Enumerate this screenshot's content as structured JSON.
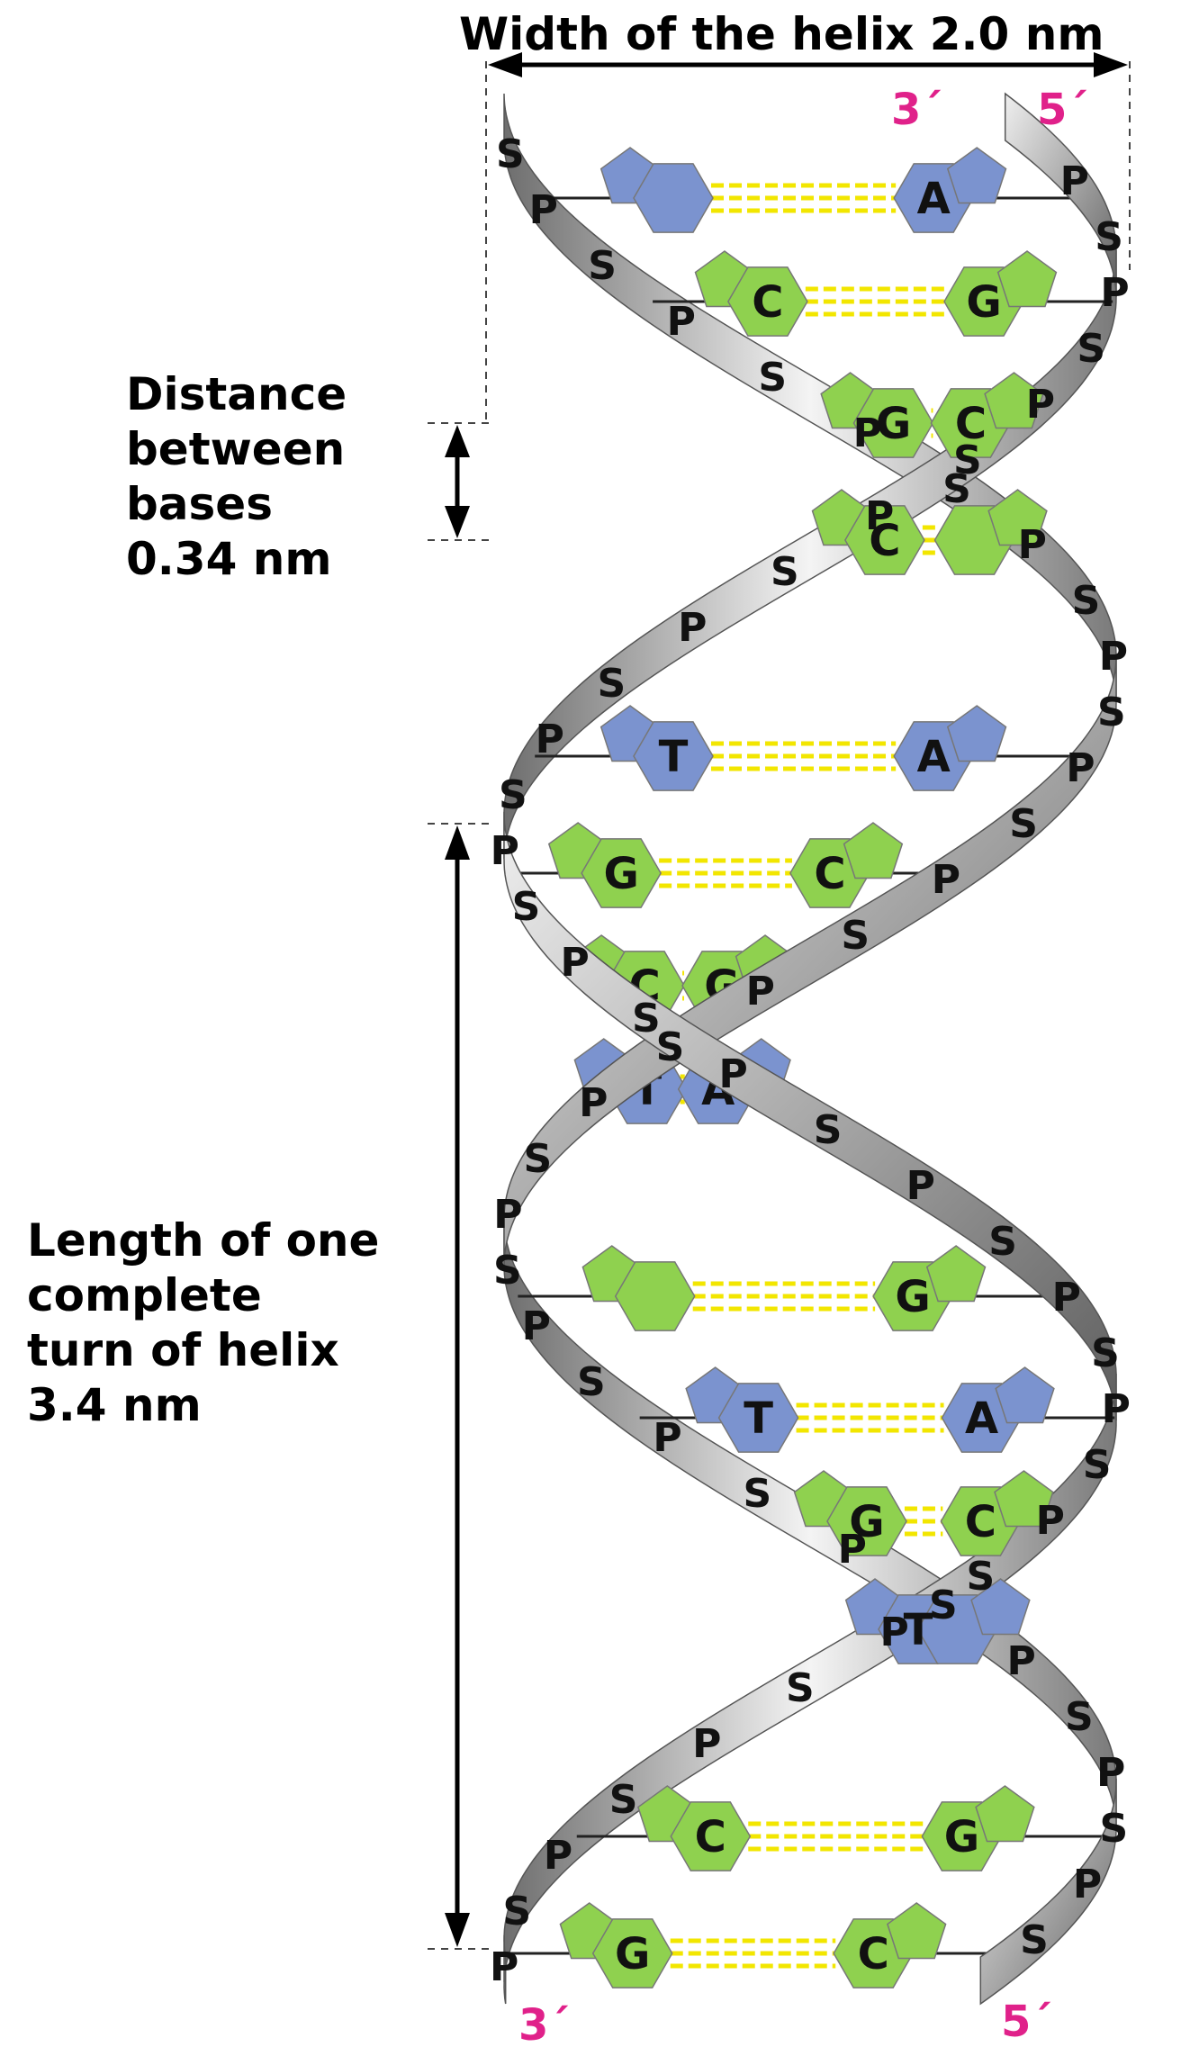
{
  "annotations": {
    "width": "Width of the helix 2.0 nm",
    "distance": "Distance\nbetween\nbases\n0.34 nm",
    "length": "Length of one\ncomplete\nturn of helix\n3.4 nm"
  },
  "strand_ends": {
    "top_left": "3´",
    "top_right": "5´",
    "bottom_left": "3´",
    "bottom_right": "5´"
  },
  "base_pairs": [
    {
      "left": "",
      "right": "A",
      "colors": [
        "blue",
        "blue"
      ]
    },
    {
      "left": "C",
      "right": "G",
      "colors": [
        "green",
        "green"
      ]
    },
    {
      "left": "G",
      "right": "C",
      "colors": [
        "green",
        "green"
      ]
    },
    {
      "left": "C",
      "right": "",
      "colors": [
        "green",
        "green"
      ]
    },
    {
      "left": "T",
      "right": "A",
      "colors": [
        "blue",
        "blue"
      ]
    },
    {
      "left": "G",
      "right": "C",
      "colors": [
        "green",
        "green"
      ]
    },
    {
      "left": "C",
      "right": "G",
      "colors": [
        "green",
        "green"
      ]
    },
    {
      "left": "T",
      "right": "A",
      "colors": [
        "blue",
        "blue"
      ]
    },
    {
      "left": "",
      "right": "G",
      "colors": [
        "green",
        "green"
      ]
    },
    {
      "left": "T",
      "right": "A",
      "colors": [
        "blue",
        "blue"
      ]
    },
    {
      "left": "G",
      "right": "C",
      "colors": [
        "green",
        "green"
      ]
    },
    {
      "left": "T",
      "right": "",
      "colors": [
        "blue",
        "blue"
      ]
    },
    {
      "left": "C",
      "right": "G",
      "colors": [
        "green",
        "green"
      ]
    },
    {
      "left": "G",
      "right": "C",
      "colors": [
        "green",
        "green"
      ]
    }
  ],
  "backbone_labels": [
    "S",
    "P"
  ],
  "colors": {
    "end_label": "#e0218a",
    "purine_pyrimidine_green": "#8fd14f",
    "purine_pyrimidine_blue": "#7b93cf",
    "hydrogen_bond": "#f2e600",
    "ribbon_light": "#f2f2f2",
    "ribbon_dark": "#6e6e6e"
  }
}
